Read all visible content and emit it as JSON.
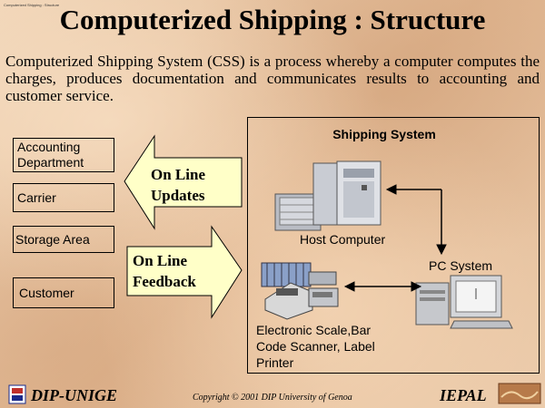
{
  "header": {
    "tiny_text": "Computerized Shipping : Structure",
    "title": "Computerized Shipping  : Structure"
  },
  "intro": "Computerized Shipping System (CSS) is a process whereby a computer computes the charges, produces documentation and communicates results to accounting and customer service.",
  "left_boxes": {
    "accounting": "Accounting Department",
    "carrier": "Carrier",
    "storage": "Storage Area",
    "customer": "Customer"
  },
  "arrows": {
    "updates_line1": "On Line",
    "updates_line2": "Updates",
    "feedback_line1": "On Line",
    "feedback_line2": "Feedback"
  },
  "system": {
    "title": "Shipping System",
    "host": "Host Computer",
    "pc": "PC System",
    "devices": "Electronic Scale,Bar Code Scanner, Label Printer"
  },
  "footer": {
    "left": "DIP-UNIGE",
    "copyright": "Copyright © 2001 DIP University of Genoa",
    "right": "IEPAL"
  },
  "colors": {
    "arrow_fill": "#ffffc8",
    "background": "#e9c9a8",
    "footer_blue": "#1a2a8a"
  }
}
